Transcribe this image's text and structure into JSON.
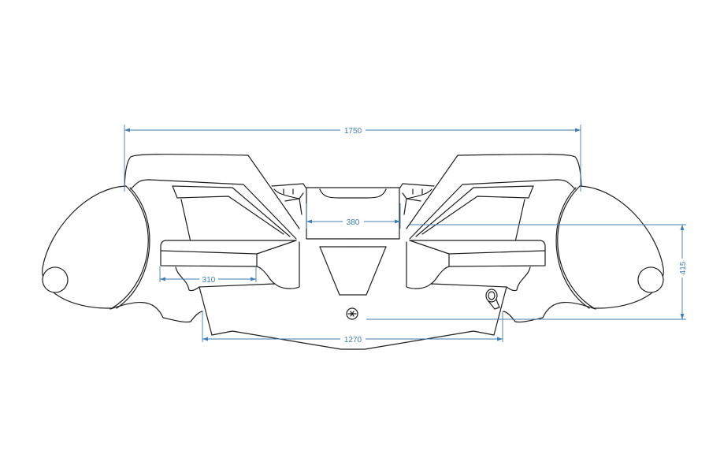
{
  "drawing": {
    "title": "Boat front view dimension drawing",
    "dimensions": {
      "overall_width": "1750",
      "bow_width": "380",
      "seat_depth": "310",
      "hull_width": "1270",
      "height": "415"
    },
    "dimension_color": "#3f7fb3",
    "line_color": "#1e1e1e"
  }
}
